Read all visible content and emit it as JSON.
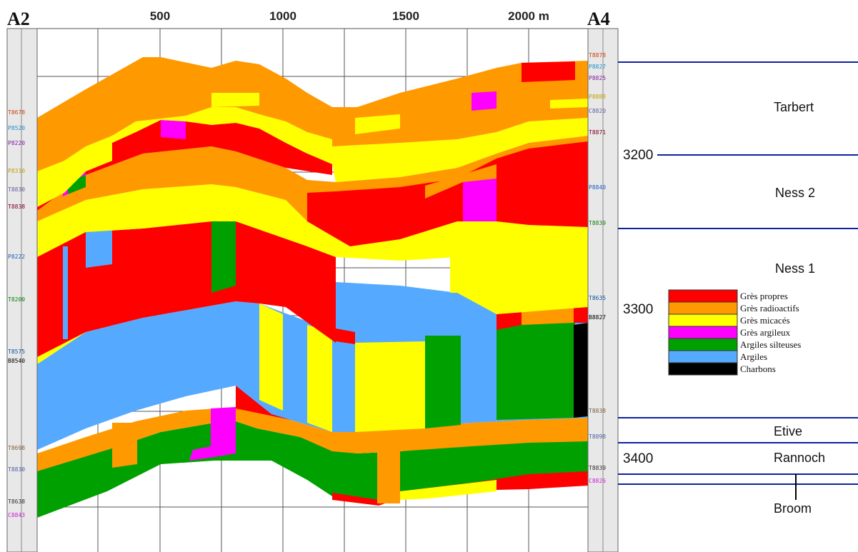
{
  "wells": {
    "left": "A2",
    "right": "A4"
  },
  "distance_axis": [
    "500",
    "1000",
    "1500",
    "2000 m"
  ],
  "depth_labels": [
    "3200",
    "3300",
    "3400"
  ],
  "zones": [
    "Tarbert",
    "Ness 2",
    "Ness 1",
    "Etive",
    "Rannoch",
    "Broom"
  ],
  "legend": [
    {
      "label": "Grès propres",
      "color": "#ff0000"
    },
    {
      "label": "Grès radioactifs",
      "color": "#ff9900"
    },
    {
      "label": "Grès micacés",
      "color": "#ffff00"
    },
    {
      "label": "Grès argileux",
      "color": "#ff00ff"
    },
    {
      "label": "Argiles silteuses",
      "color": "#00a000"
    },
    {
      "label": "Argiles",
      "color": "#55aaff"
    },
    {
      "label": "Charbons",
      "color": "#000000"
    }
  ],
  "log_tags_left": [
    "T8678",
    "P8520",
    "P8220",
    "P8310",
    "T8830",
    "T8838",
    "P8222",
    "T8200",
    "T8575",
    "B8540",
    "T8698",
    "T8830",
    "T8638",
    "C8843"
  ],
  "log_tags_right": [
    "T8878",
    "P8827",
    "P8825",
    "P8888",
    "C8820",
    "T8871",
    "P8840",
    "T8839",
    "T8635",
    "B8827",
    "T8838",
    "T8898",
    "T8839",
    "C8826"
  ]
}
